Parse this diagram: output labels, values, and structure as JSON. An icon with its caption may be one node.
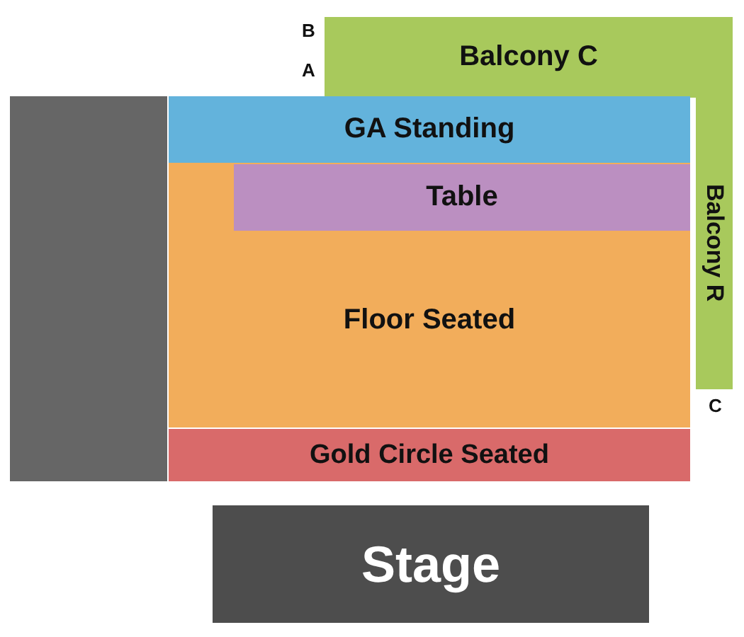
{
  "diagram": {
    "nodes": [
      {
        "text": [
          "Balcony C"
        ],
        "beside": [
          "B",
          "A"
        ]
      },
      {
        "text": [],
        "shape": "box"
      },
      {
        "text": [
          "GA Standing"
        ]
      },
      {
        "text": [
          "Floor Seated"
        ]
      },
      {
        "text": [
          "Table"
        ],
        "in": 3
      },
      {
        "text": [
          "Balcony R"
        ],
        "beside": [
          "C"
        ]
      },
      {
        "text": [
          "Gold Circle Seated"
        ]
      },
      {
        "text": [
          "Stage"
        ]
      }
    ]
  }
}
